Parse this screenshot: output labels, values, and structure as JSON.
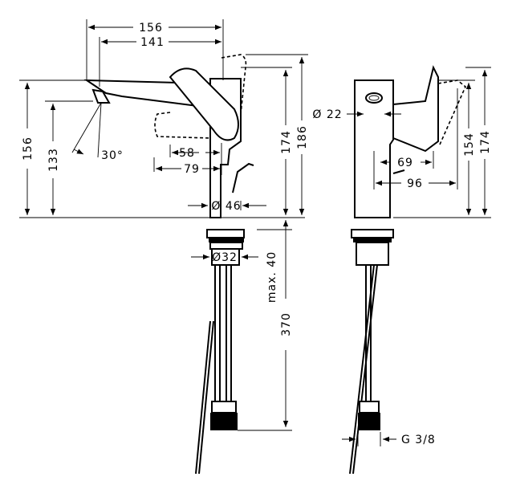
{
  "dimensions": {
    "d156_top": "156",
    "d141": "141",
    "d156_left": "156",
    "d133": "133",
    "d30deg": "30°",
    "d58": "58",
    "d79": "79",
    "d174_front": "174",
    "d186": "186",
    "d46": "Ø 46",
    "d32": "Ø32",
    "max40": "max. 40",
    "d370": "370",
    "d22": "Ø 22",
    "d69": "69",
    "d96": "96",
    "d154": "154",
    "d174_side": "174",
    "g38": "G 3/8"
  }
}
